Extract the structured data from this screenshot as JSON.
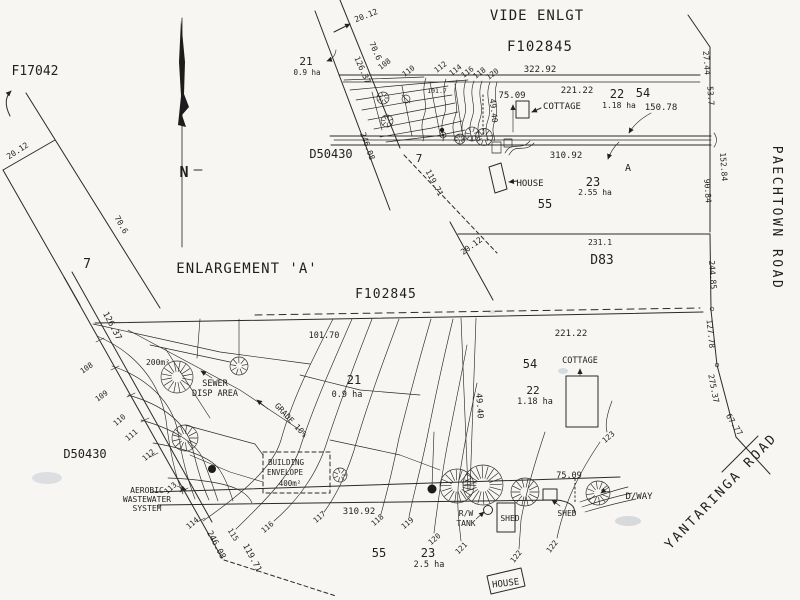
{
  "top_plan": {
    "title_vide": "VIDE ENLGT",
    "plan_number": "F102845",
    "ref_plan": "F17042",
    "deposited_plan": "D50430",
    "d83": "D83",
    "lot7_b": "7",
    "lots": {
      "lot7": "7",
      "lot21": "21",
      "lot21_area": "0.9 ha",
      "lot22": "22",
      "lot22_area": "1.18 ha",
      "lot54": "54",
      "lot23": "23",
      "lot23_area": "2.55 ha",
      "lot55": "55"
    },
    "features": {
      "cottage": "COTTAGE",
      "house": "HOUSE",
      "marker": "A"
    },
    "dims": {
      "d20_12_a": "20.12",
      "d70_6_a": "70.6",
      "d20_12_b": "20.12",
      "d70_6_b": "70.6",
      "d126_37": "126.37",
      "d246_08": "246.08",
      "d119_71": "119.71",
      "d101_7": "101.7",
      "d49_40": "49.40",
      "d322_92": "322.92",
      "d221_22": "221.22",
      "d150_78": "150.78",
      "d75_09": "75.09",
      "d310_92": "310.92",
      "d27_44": "27.44",
      "d53_7": "53.7",
      "d152_84": "152.84",
      "d90_84": "90.84",
      "d231_1": "231.1",
      "d20_12_c": "20.12"
    },
    "contours": [
      "108",
      "110",
      "112",
      "114",
      "116",
      "118",
      "120"
    ]
  },
  "roads": {
    "paechtown": "PAECHTOWN ROAD",
    "yantaringa": "YANTARINGA ROAD",
    "dims": {
      "d244_85": "244.85",
      "d127_78": "127.78",
      "d275_37": "275.37",
      "d67_77": "67.77"
    }
  },
  "north_arrow": {
    "label": "N"
  },
  "enlargement": {
    "title": "ENLARGEMENT 'A'",
    "plan_number": "F102845",
    "deposited_plan": "D50430",
    "lots": {
      "lot21": "21",
      "lot21_area": "0.9 ha",
      "lot22": "22",
      "lot22_area": "1.18 ha",
      "lot54": "54",
      "lot23": "23",
      "lot23_area": "2.5 ha",
      "lot55": "55"
    },
    "features": {
      "sewer_area": "200m²",
      "sewer_line1": "SEWER",
      "sewer_line2": "DISP AREA",
      "grade": "GRADE 10%",
      "building_envelope": [
        "BUILDING",
        "ENVELOPE",
        "400m²"
      ],
      "aerobic": [
        "AEROBIC",
        "WASTEWATER",
        "SYSTEM"
      ],
      "rw_tank": [
        "R/W",
        "TANK"
      ],
      "shed_a": "SHED",
      "shed_b": "SHED",
      "dway": "D/WAY",
      "house": "HOUSE",
      "cottage": "COTTAGE"
    },
    "dims": {
      "d126_37": "126.37",
      "d101_70": "101.70",
      "d49_40": "49.40",
      "d246_08": "246.08",
      "d119_71": "119.71",
      "d310_92": "310.92",
      "d75_09": "75.09",
      "d221_22": "221.22"
    },
    "contours": [
      "108",
      "109",
      "110",
      "111",
      "112",
      "113",
      "114",
      "115",
      "116",
      "117",
      "118",
      "119",
      "120",
      "121",
      "122",
      "122",
      "123"
    ]
  }
}
